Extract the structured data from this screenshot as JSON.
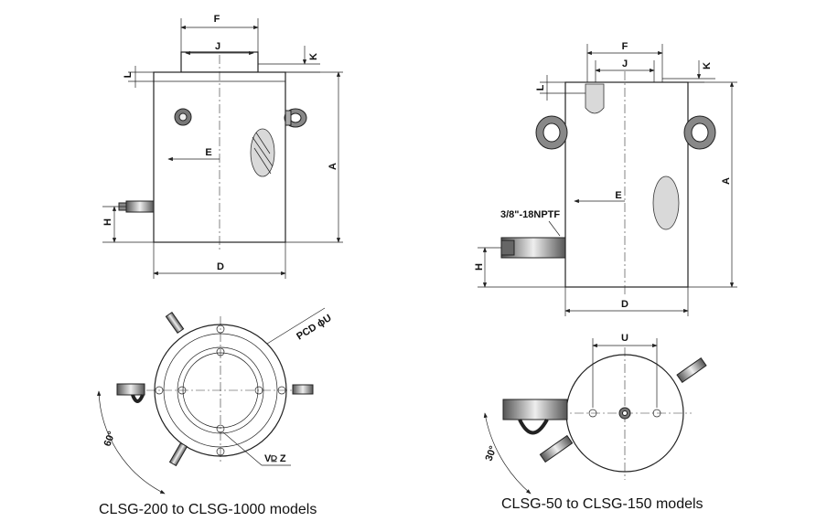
{
  "left_drawing": {
    "labels": {
      "F": "F",
      "J": "J",
      "K": "K",
      "L": "L",
      "E": "E",
      "A": "A",
      "H": "H",
      "D": "D",
      "pcd": "PCD ϕU",
      "angle": "60°",
      "thread": "V⫒ Z"
    },
    "caption": "CLSG-200  to  CLSG-1000 models"
  },
  "right_drawing": {
    "labels": {
      "F": "F",
      "J": "J",
      "K": "K",
      "L": "L",
      "E": "E",
      "A": "A",
      "H": "H",
      "D": "D",
      "U": "U",
      "angle": "30°",
      "port": "3/8\"-18NPTF"
    },
    "caption": "CLSG-50  to  CLSG-150 models"
  }
}
